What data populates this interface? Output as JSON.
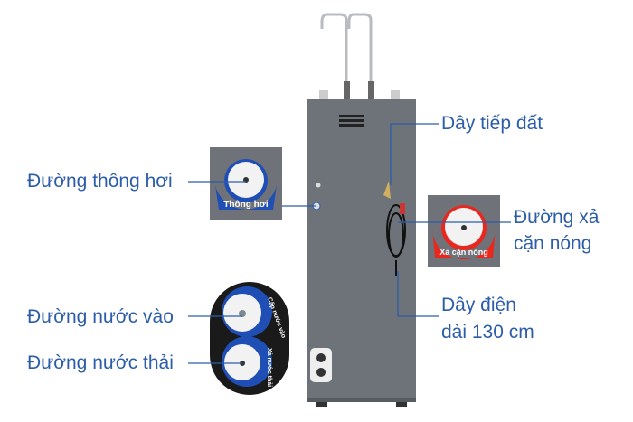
{
  "labels": {
    "vent": "Đường thông hơi",
    "ground": "Dây tiếp đất",
    "hot_drain_line1": "Đường xả",
    "hot_drain_line2": "cặn nóng",
    "power_line1": "Dây điện",
    "power_line2": "dài 130 cm",
    "inlet": "Đường nước vào",
    "waste": "Đường nước thải"
  },
  "insets": {
    "vent_badge": "Thông hơi",
    "hot_drain_badge": "Xả cặn nóng",
    "inlet_badge": "Cấp nước vào",
    "waste_badge": "Xả nước thải"
  },
  "colors": {
    "label_text": "#2c5da8",
    "leader_line": "#2c5da8",
    "body": "#6e737a",
    "vent_ring": "#1f4fb5",
    "hot_drain_ring": "#e8281e",
    "inlet_ring": "#1f4fb5"
  }
}
